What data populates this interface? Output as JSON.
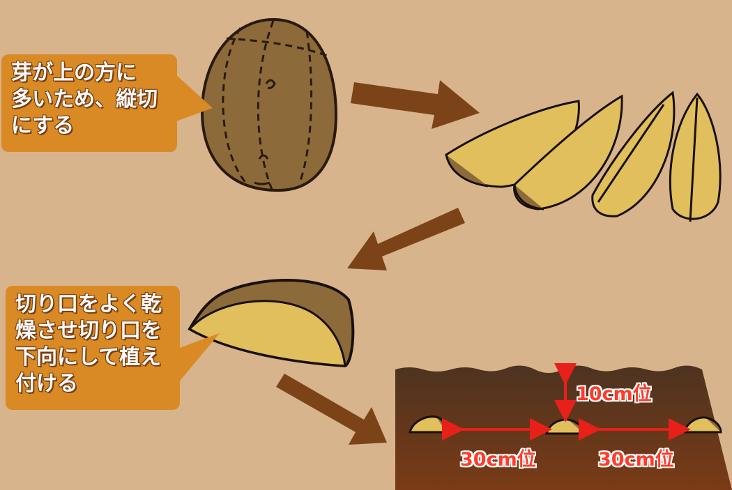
{
  "notes": {
    "top": {
      "lines": [
        "芽が上の方に",
        "多いため、縦切",
        "にする"
      ]
    },
    "bottom": {
      "lines": [
        "切り口をよく乾",
        "燥させ切り口を",
        "下向にして植え",
        "付ける"
      ]
    }
  },
  "planting": {
    "depth_label": "10cm位",
    "spacing_label_1": "30cm位",
    "spacing_label_2": "30cm位"
  },
  "colors": {
    "background": "#d8b48c",
    "note_box": "#d98a24",
    "arrow": "#7b4317",
    "potato_skin": "#8c6a3a",
    "potato_flesh": "#e0bf5c",
    "soil_top": "#4d3320",
    "soil_bottom": "#7a3b16",
    "measure": "#ff3b2a"
  }
}
